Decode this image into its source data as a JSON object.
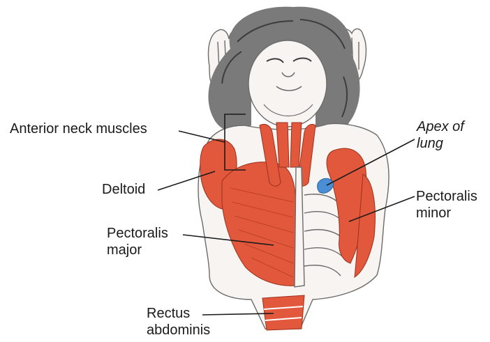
{
  "figure": {
    "subject": "anatomical-illustration",
    "muscle_color": "#e2583c",
    "highlight_color": "#4a8fd6",
    "line_color": "#1a1a1a"
  },
  "labels": {
    "anterior_neck": "Anterior neck muscles",
    "deltoid": "Deltoid",
    "pectoralis_major_1": "Pectoralis",
    "pectoralis_major_2": "major",
    "rectus_1": "Rectus",
    "rectus_2": "abdominis",
    "apex_1": "Apex of",
    "apex_2": "lung",
    "pectoralis_minor_1": "Pectoralis",
    "pectoralis_minor_2": "minor"
  }
}
